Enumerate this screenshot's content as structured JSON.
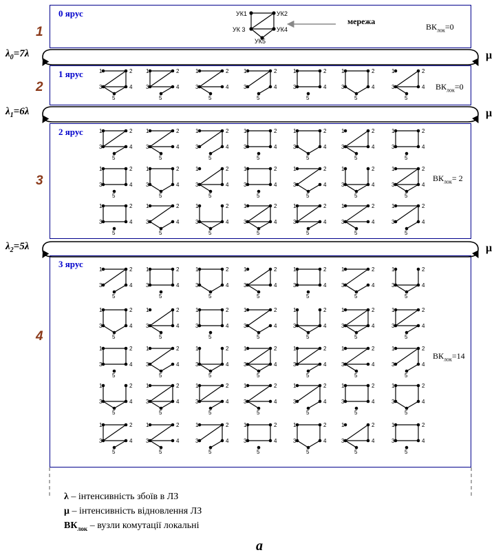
{
  "tiers": [
    {
      "num": "1",
      "title": "0 ярус",
      "bk_main": "ВК",
      "bk_sub": "лок",
      "bk_value": "=0"
    },
    {
      "num": "2",
      "title": "1 ярус",
      "bk_main": "ВК",
      "bk_sub": "лок",
      "bk_value": "=0"
    },
    {
      "num": "3",
      "title": "2 ярус",
      "bk_main": "ВК",
      "bk_sub": "лок",
      "bk_value": "= 2"
    },
    {
      "num": "4",
      "title": "3 ярус",
      "bk_main": "ВК",
      "bk_sub": "лок",
      "bk_value": "=14"
    }
  ],
  "transitions": [
    {
      "lambda_sym": "λ",
      "lambda_sub": "0",
      "lambda_val": "=7λ",
      "mu": "μ"
    },
    {
      "lambda_sym": "λ",
      "lambda_sub": "1",
      "lambda_val": "=6λ",
      "mu": "μ"
    },
    {
      "lambda_sym": "λ",
      "lambda_sub": "2",
      "lambda_val": "=5λ",
      "mu": "μ"
    }
  ],
  "network": {
    "label": "мережа",
    "nodes": [
      "УК1",
      "УК2",
      "УК 3",
      "УК4",
      "УК5"
    ]
  },
  "graph_node_labels": [
    "1",
    "2",
    "3",
    "4",
    "5"
  ],
  "legend": {
    "lambda_sym": "λ",
    "lambda_text": " – інтенсивність збоїв в ЛЗ",
    "mu_sym": "μ",
    "mu_text": " – інтенсивність відновлення ЛЗ",
    "bk_sym": "ВК",
    "bk_sub": "лок",
    "bk_text": " – вузли комутації локальні"
  },
  "figure_label": "а"
}
